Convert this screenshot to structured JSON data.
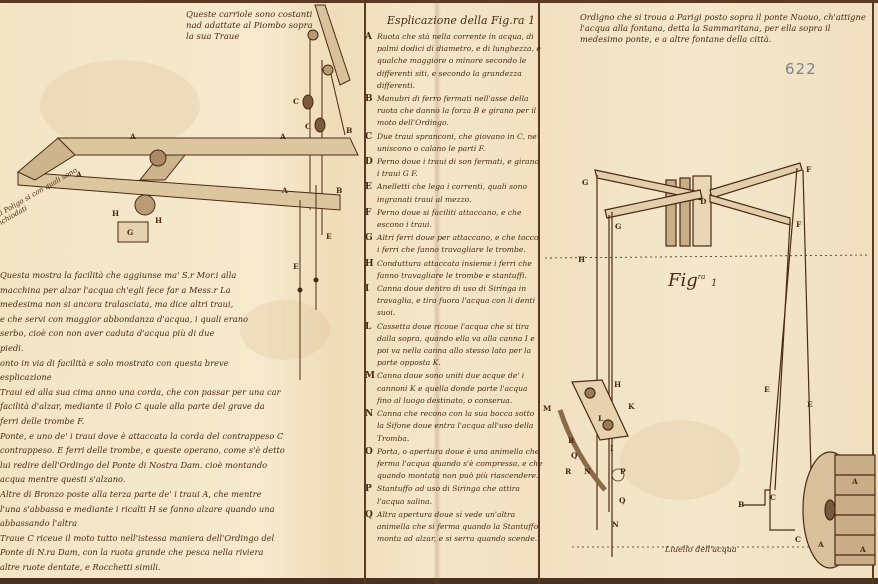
{
  "document": {
    "type": "manuscript-folio-spread",
    "folio_number": "622",
    "colors": {
      "paper": "#f3e4c4",
      "ink": "#4a2a14",
      "pencil": "#7d8290",
      "border": "#5a3a22"
    }
  },
  "left_page": {
    "drawing_caption": "Queste carriole sono costanti nad adattate al Piombo sopra la sua Traue",
    "rotated_label": "Chi Poligo si con quali sono inchiodati",
    "drawing_labels": [
      "A",
      "A",
      "A",
      "A",
      "B",
      "B",
      "C",
      "C",
      "E",
      "E",
      "G",
      "H",
      "H"
    ],
    "text_lines": [
      "Questa mostra la facilità che aggiunse ma' S.r Mor.i alla",
      "macchina per alzar l'acqua ch'egli fece far a Mess.r La",
      "medesima non si ancora tralasciata, ma dice altri traui,",
      "e che servi con maggior abbondanza d'acqua, i quali erano",
      "serbo, cioè con non aver caduta d'acqua più di due",
      "piedi.",
      "onto in via di facilità e solo mostrato con questa breve",
      "esplicazione",
      "Traui ed alla sua cima anno una corda, che con passar per una car",
      "facilità d'alzar, mediante il Polo C quale alla parte del grave da",
      "ferri delle trombe F.",
      "Ponte, e uno de' i traui dove è attaccata la corda del contrappeso C",
      "contrappeso. E ferri delle trombe, e queste operano, come s'è detto",
      "lui redire dell'Ordingo del Ponte di Nostra Dam. cioè montando",
      "acqua mentre questi s'alzano.",
      "Altre di Bronzo poste alla terza parte de' i traui A, che mentre",
      "l'una s'abbassa e mediante i ricalti H se fanno alzare quando una",
      "abbassando l'altra",
      "Traue C riceue il moto tutto nell'istessa maniera dell'Ordingo del",
      "Ponte di N.ra Dam, con la ruota grande che pesca nella riviera",
      "altre ruote dentate, e Rocchetti simili."
    ]
  },
  "middle_column": {
    "title": "Esplicazione della Fig.ra 1",
    "entries": [
      {
        "letter": "A",
        "text": "Ruota che stà nella corrente in acqua, di palmi dodici di diametro, e di lunghezza, e qualche maggiore o minore secondo le differenti siti, e secondo la grandezza differenti."
      },
      {
        "letter": "B",
        "text": "Manubri di ferro fermati nell'asse della ruota che danno la forza B e girano per il moto dell'Ordingo."
      },
      {
        "letter": "C",
        "text": "Due traui spranconi, che giovano in C, ne uniscono o calano le parti F."
      },
      {
        "letter": "D",
        "text": "Perno doue i traui di son fermati, e girano i traui G F."
      },
      {
        "letter": "E",
        "text": "Anelletti che lega i correnti, quali sono ingranati traui al mezzo."
      },
      {
        "letter": "F",
        "text": "Perno doue si faciliti attaccano, e che escono i traui."
      },
      {
        "letter": "G",
        "text": "Altri ferri doue per attaccano, e che tocco i ferri che fanno travagliare le trombe."
      },
      {
        "letter": "H",
        "text": "Conduttura attaccata insieme i ferri che fanno travagliare le trombe e stantuffi."
      },
      {
        "letter": "I",
        "text": "Canna doue dentro di uso di Siringa in travaglia, e tira fuora l'acqua con li denti suoi."
      },
      {
        "letter": "L",
        "text": "Cassetta doue ricoue l'acqua che si tira dalla sopra, quando ella va alla canna I e poi va nella canna allo stesso lato per la parte opposta K."
      },
      {
        "letter": "M",
        "text": "Canna doue sono uniti due acque de' i cannoni K e quella donde parte l'acqua fino al luogo destinato, o conserua."
      },
      {
        "letter": "N",
        "text": "Canna che recono con la sua bocca sotto la Sifone doue entra l'acqua all'uso della Tromba."
      },
      {
        "letter": "O",
        "text": "Porta, o apertura doue è una animella che ferma l'acqua quando s'è compressa, e che quando montata non può più riascendere."
      },
      {
        "letter": "P",
        "text": "Stantuffo ad uso di Siringa che attira l'acqua salina."
      },
      {
        "letter": "Q",
        "text": "Altra apertura doue si vede un'altra animella che si ferma quando la Stantuffo monta ad alzar, e si serra quando scende."
      }
    ]
  },
  "right_page": {
    "caption": "Ordigno che si troua a Parigi posto sopra il ponte Nuouo, ch'attigne l'acqua alla fontana, detta la Sammaritana, per ella sopra il medesimo ponte, e a altre fontane della città.",
    "figure_label": {
      "main": "Fig",
      "sup": "ra",
      "num": "1"
    },
    "water_level_label": "Liuello dell'acqua",
    "drawing_labels": [
      "G",
      "G",
      "D",
      "F",
      "F",
      "H",
      "E",
      "E",
      "H",
      "K",
      "L",
      "I",
      "M",
      "R",
      "Q",
      "R",
      "N",
      "P",
      "Q",
      "N",
      "B",
      "C",
      "C",
      "A",
      "A",
      "A"
    ]
  }
}
